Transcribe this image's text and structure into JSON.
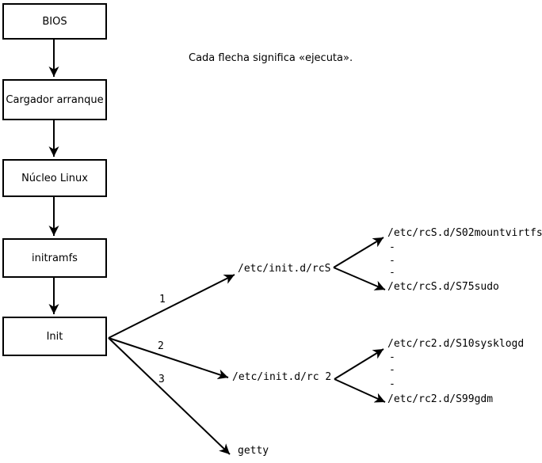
{
  "colors": {
    "ink": "#000000",
    "background": "#ffffff"
  },
  "note": "Cada flecha significa «ejecuta».",
  "flow_boxes": [
    {
      "label": "BIOS"
    },
    {
      "label": "Cargador arranque"
    },
    {
      "label": "Núcleo Linux"
    },
    {
      "label": "initramfs"
    },
    {
      "label": "Init"
    }
  ],
  "init_branches": [
    {
      "number": "1",
      "target": "/etc/init.d/rcS"
    },
    {
      "number": "2",
      "target": "/etc/init.d/rc 2"
    },
    {
      "number": "3",
      "target": "getty"
    }
  ],
  "rcS_scripts": {
    "first": "/etc/rcS.d/S02mountvirtfs",
    "ellipsis": [
      "-",
      "-",
      "-"
    ],
    "last": "/etc/rcS.d/S75sudo"
  },
  "rc2_scripts": {
    "first": "/etc/rc2.d/S10sysklogd",
    "ellipsis": [
      "-",
      "-",
      "-"
    ],
    "last": "/etc/rc2.d/S99gdm"
  }
}
